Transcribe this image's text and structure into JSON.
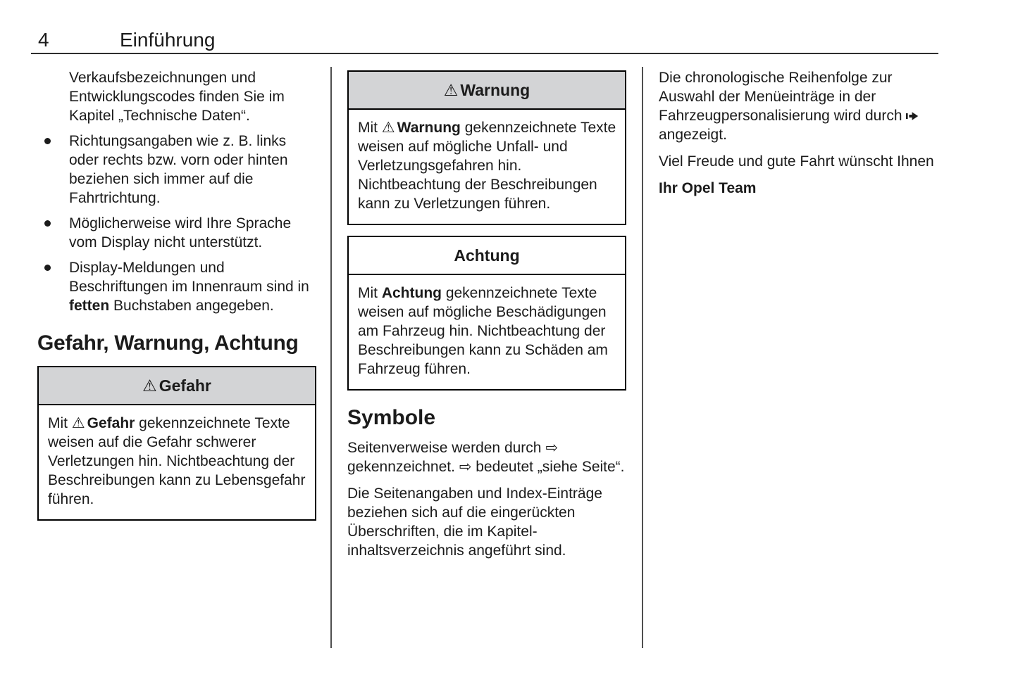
{
  "page": {
    "number": "4",
    "title": "Einführung"
  },
  "colors": {
    "box_header_gray": "#d3d4d6",
    "text": "#1b1b1b",
    "rule": "#2e2e2e"
  },
  "icons": {
    "warning_triangle": "⚠",
    "page_reference_arrow": "⇨",
    "menu_sequence_arrow": "right-arrow-from-bar"
  },
  "col1": {
    "intro": "Verkaufsbezeichnungen und Entwicklungscodes finden Sie im Kapitel „Technische Daten“.",
    "bullets": [
      {
        "pre": "Richtungsangaben wie z. B. links oder rechts bzw. vorn oder hinten beziehen sich immer auf die Fahrtrichtung.",
        "bold": "",
        "post": ""
      },
      {
        "pre": "Möglicherweise wird Ihre Spra­che vom Display nicht unter­stützt.",
        "bold": "",
        "post": ""
      },
      {
        "pre": "Display-Meldungen und Beschriftungen im Innenraum sind in ",
        "bold": "fetten",
        "post": " Buchstaben ange­geben."
      }
    ],
    "section_heading": "Gefahr, Warnung, Achtung",
    "gefahr": {
      "icon": "⚠",
      "title": "Gefahr",
      "body_pre": "Mit ",
      "body_icon": "⚠",
      "body_bold": "Gefahr",
      "body_post": " gekennzeichnete Texte weisen auf die Gefahr schwerer Verletzungen hin. Nicht­beachtung der Beschreibungen kann zu Lebensgefahr führen."
    }
  },
  "col2": {
    "warnung": {
      "icon": "⚠",
      "title": "Warnung",
      "body_pre": "Mit ",
      "body_icon": "⚠",
      "body_bold": "Warnung",
      "body_post": " gekennzeichnete Texte weisen auf mögliche Unfall- und Verletzungsgefahren hin. Nichtbeachtung der Beschreibun­gen kann zu Verletzungen führen."
    },
    "achtung": {
      "title": "Achtung",
      "body_pre": "Mit ",
      "body_bold": "Achtung",
      "body_post": " gekennzeichnete Texte weisen auf mögliche Beschädigungen am Fahrzeug hin. Nichtbeachtung der Beschrei­bungen kann zu Schäden am Fahrzeug führen."
    },
    "symbole": {
      "heading": "Symbole",
      "p1": "Seitenverweise werden durch ⇨ gekennzeichnet. ⇨ bedeutet „siehe Seite“.",
      "p2": "Die Seitenangaben und Index-Einträge beziehen sich auf die einge­rückten Überschriften, die im Kapitel­inhaltsverzeichnis angeführt sind."
    }
  },
  "col3": {
    "p1_pre": "Die chronologische Reihenfolge zur Auswahl der Menüeinträge in der Fahrzeugpersonalisierung wird durch",
    "p1_post": "angezeigt.",
    "p2": "Viel Freude und gute Fahrt wünscht Ihnen",
    "p3": "Ihr Opel Team"
  }
}
